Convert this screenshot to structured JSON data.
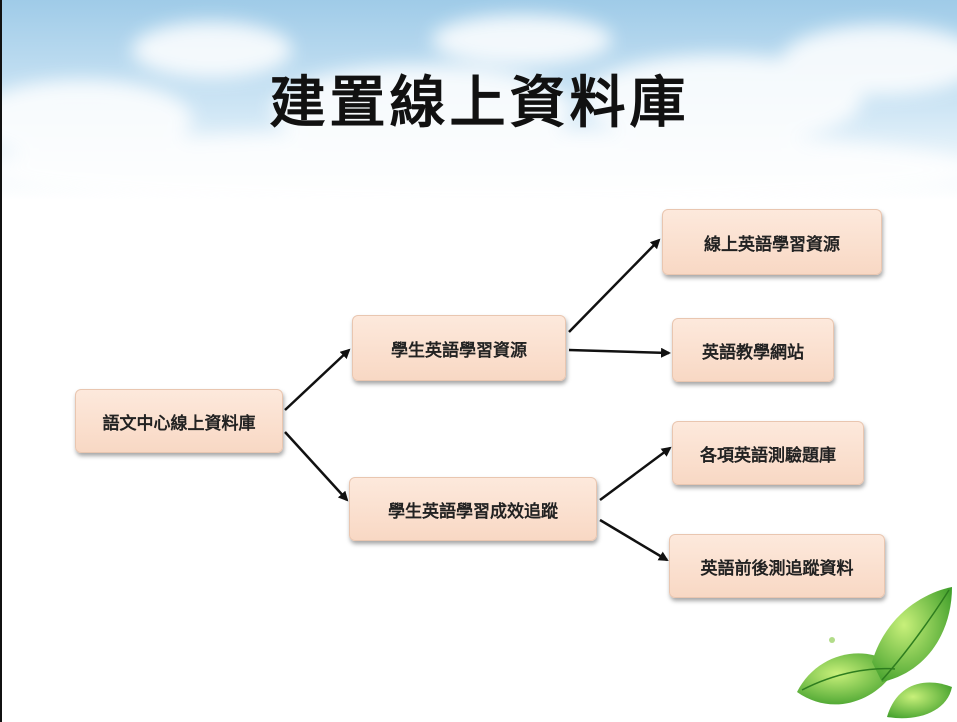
{
  "title": "建置線上資料庫",
  "nodes": {
    "root": "語文中心線上資料庫",
    "resources": "學生英語學習資源",
    "tracking": "學生英語學習成效追蹤",
    "online": "線上英語學習資源",
    "websites": "英語教學網站",
    "tests": "各項英語測驗題庫",
    "prepost": "英語前後測追蹤資料"
  },
  "colors": {
    "node_fill": "#f8d8c4",
    "arrow": "#111111",
    "sky": "#bfe0f3",
    "leaf": "#6cc23a"
  }
}
